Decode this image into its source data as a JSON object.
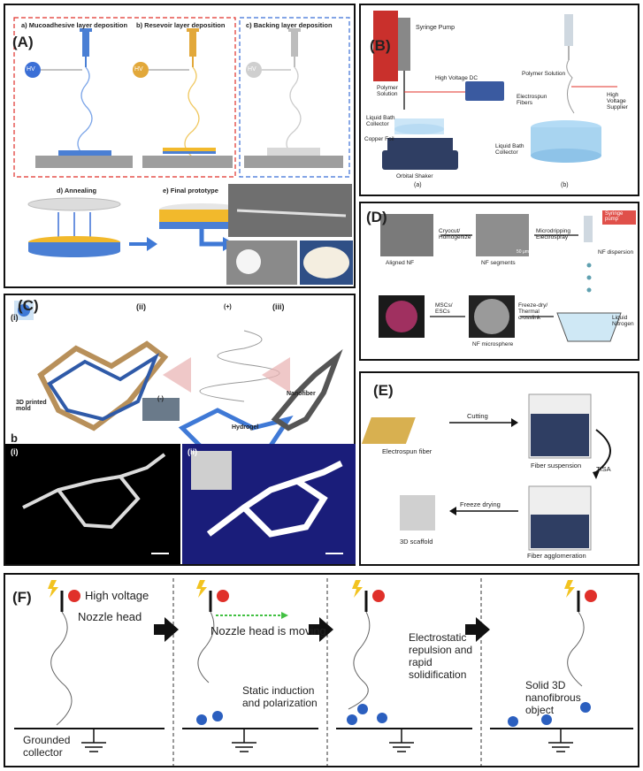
{
  "panelA": {
    "label": "(A)",
    "step_a": "a) Mucoadhesive layer deposition",
    "step_b": "b) Resevoir layer deposition",
    "step_c": "c) Backing layer deposition",
    "step_d": "d) Annealing",
    "step_e": "e) Final prototype",
    "hv": "HV"
  },
  "panelB": {
    "label": "(B)",
    "syringe_pump": "Syringe Pump",
    "polymer_solution_left": "Polymer Solution",
    "high_voltage_dc": "High Voltage DC",
    "liquid_bath_left": "Liquid Bath Collector",
    "copper_foil": "Copper Foil",
    "orbital_shaker": "Orbital Shaker",
    "sub_a": "(a)",
    "polymer_solution_right": "Polymer Solution",
    "electrospun_fibers": "Electrospun Fibers",
    "high_voltage_supplier": "High Voltage Supplier",
    "liquid_bath_right": "Liquid Bath Collector",
    "sub_b": "(b)"
  },
  "panelC": {
    "label": "(C)",
    "i": "(i)",
    "ii": "(ii)",
    "iii": "(iii)",
    "mold": "3D printed mold",
    "hydrogel": "Hydrogel",
    "nanofiber": "Nanofiber",
    "plus": "(+)",
    "minus": "(-)",
    "b": "b",
    "bi": "(i)",
    "bii": "(ii)"
  },
  "panelD": {
    "label": "(D)",
    "aligned_nf": "Aligned NF",
    "cryocut": "Cryocut/ Homogenize",
    "nf_segments": "NF segments",
    "microdripping": "Microdripping Electrospray",
    "syringe_pump": "Syringe pump",
    "nf_dispersion": "NF dispersion",
    "mscs": "MSCs/ ESCs",
    "freeze_dry": "Freeze-dry/ Thermal crosslink",
    "nf_microsphere": "NF microsphere",
    "liquid_nitrogen": "Liquid Nitrogen",
    "scale": "50 μm"
  },
  "panelE": {
    "label": "(E)",
    "electrospun_fiber": "Electrospun fiber",
    "cutting": "Cutting",
    "fiber_suspension": "Fiber suspension",
    "tisa": "TISA",
    "fiber_agglomeration": "Fiber agglomeration",
    "freeze_drying": "Freeze drying",
    "scaffold": "3D scaffold"
  },
  "panelF": {
    "label": "(F)",
    "high_voltage": "High voltage",
    "nozzle_head": "Nozzle head",
    "grounded_collector": "Grounded collector",
    "nozzle_moving": "Nozzle head is moving",
    "static_induction": "Static  induction and polarization",
    "electrostatic": "Electrostatic repulsion and rapid solidification",
    "solid_3d": "Solid 3D nanofibrous object"
  },
  "colors": {
    "red_dash": "#e0302a",
    "blue_dash": "#3b6fd6",
    "blue_layer": "#4a7fd4",
    "yellow_layer": "#f2b92c",
    "grey_layer": "#cfcfcf",
    "syringe_pump_red": "#c9302c",
    "arrow_blue": "#3f79d6",
    "electron_blue": "#2b5fbf"
  }
}
